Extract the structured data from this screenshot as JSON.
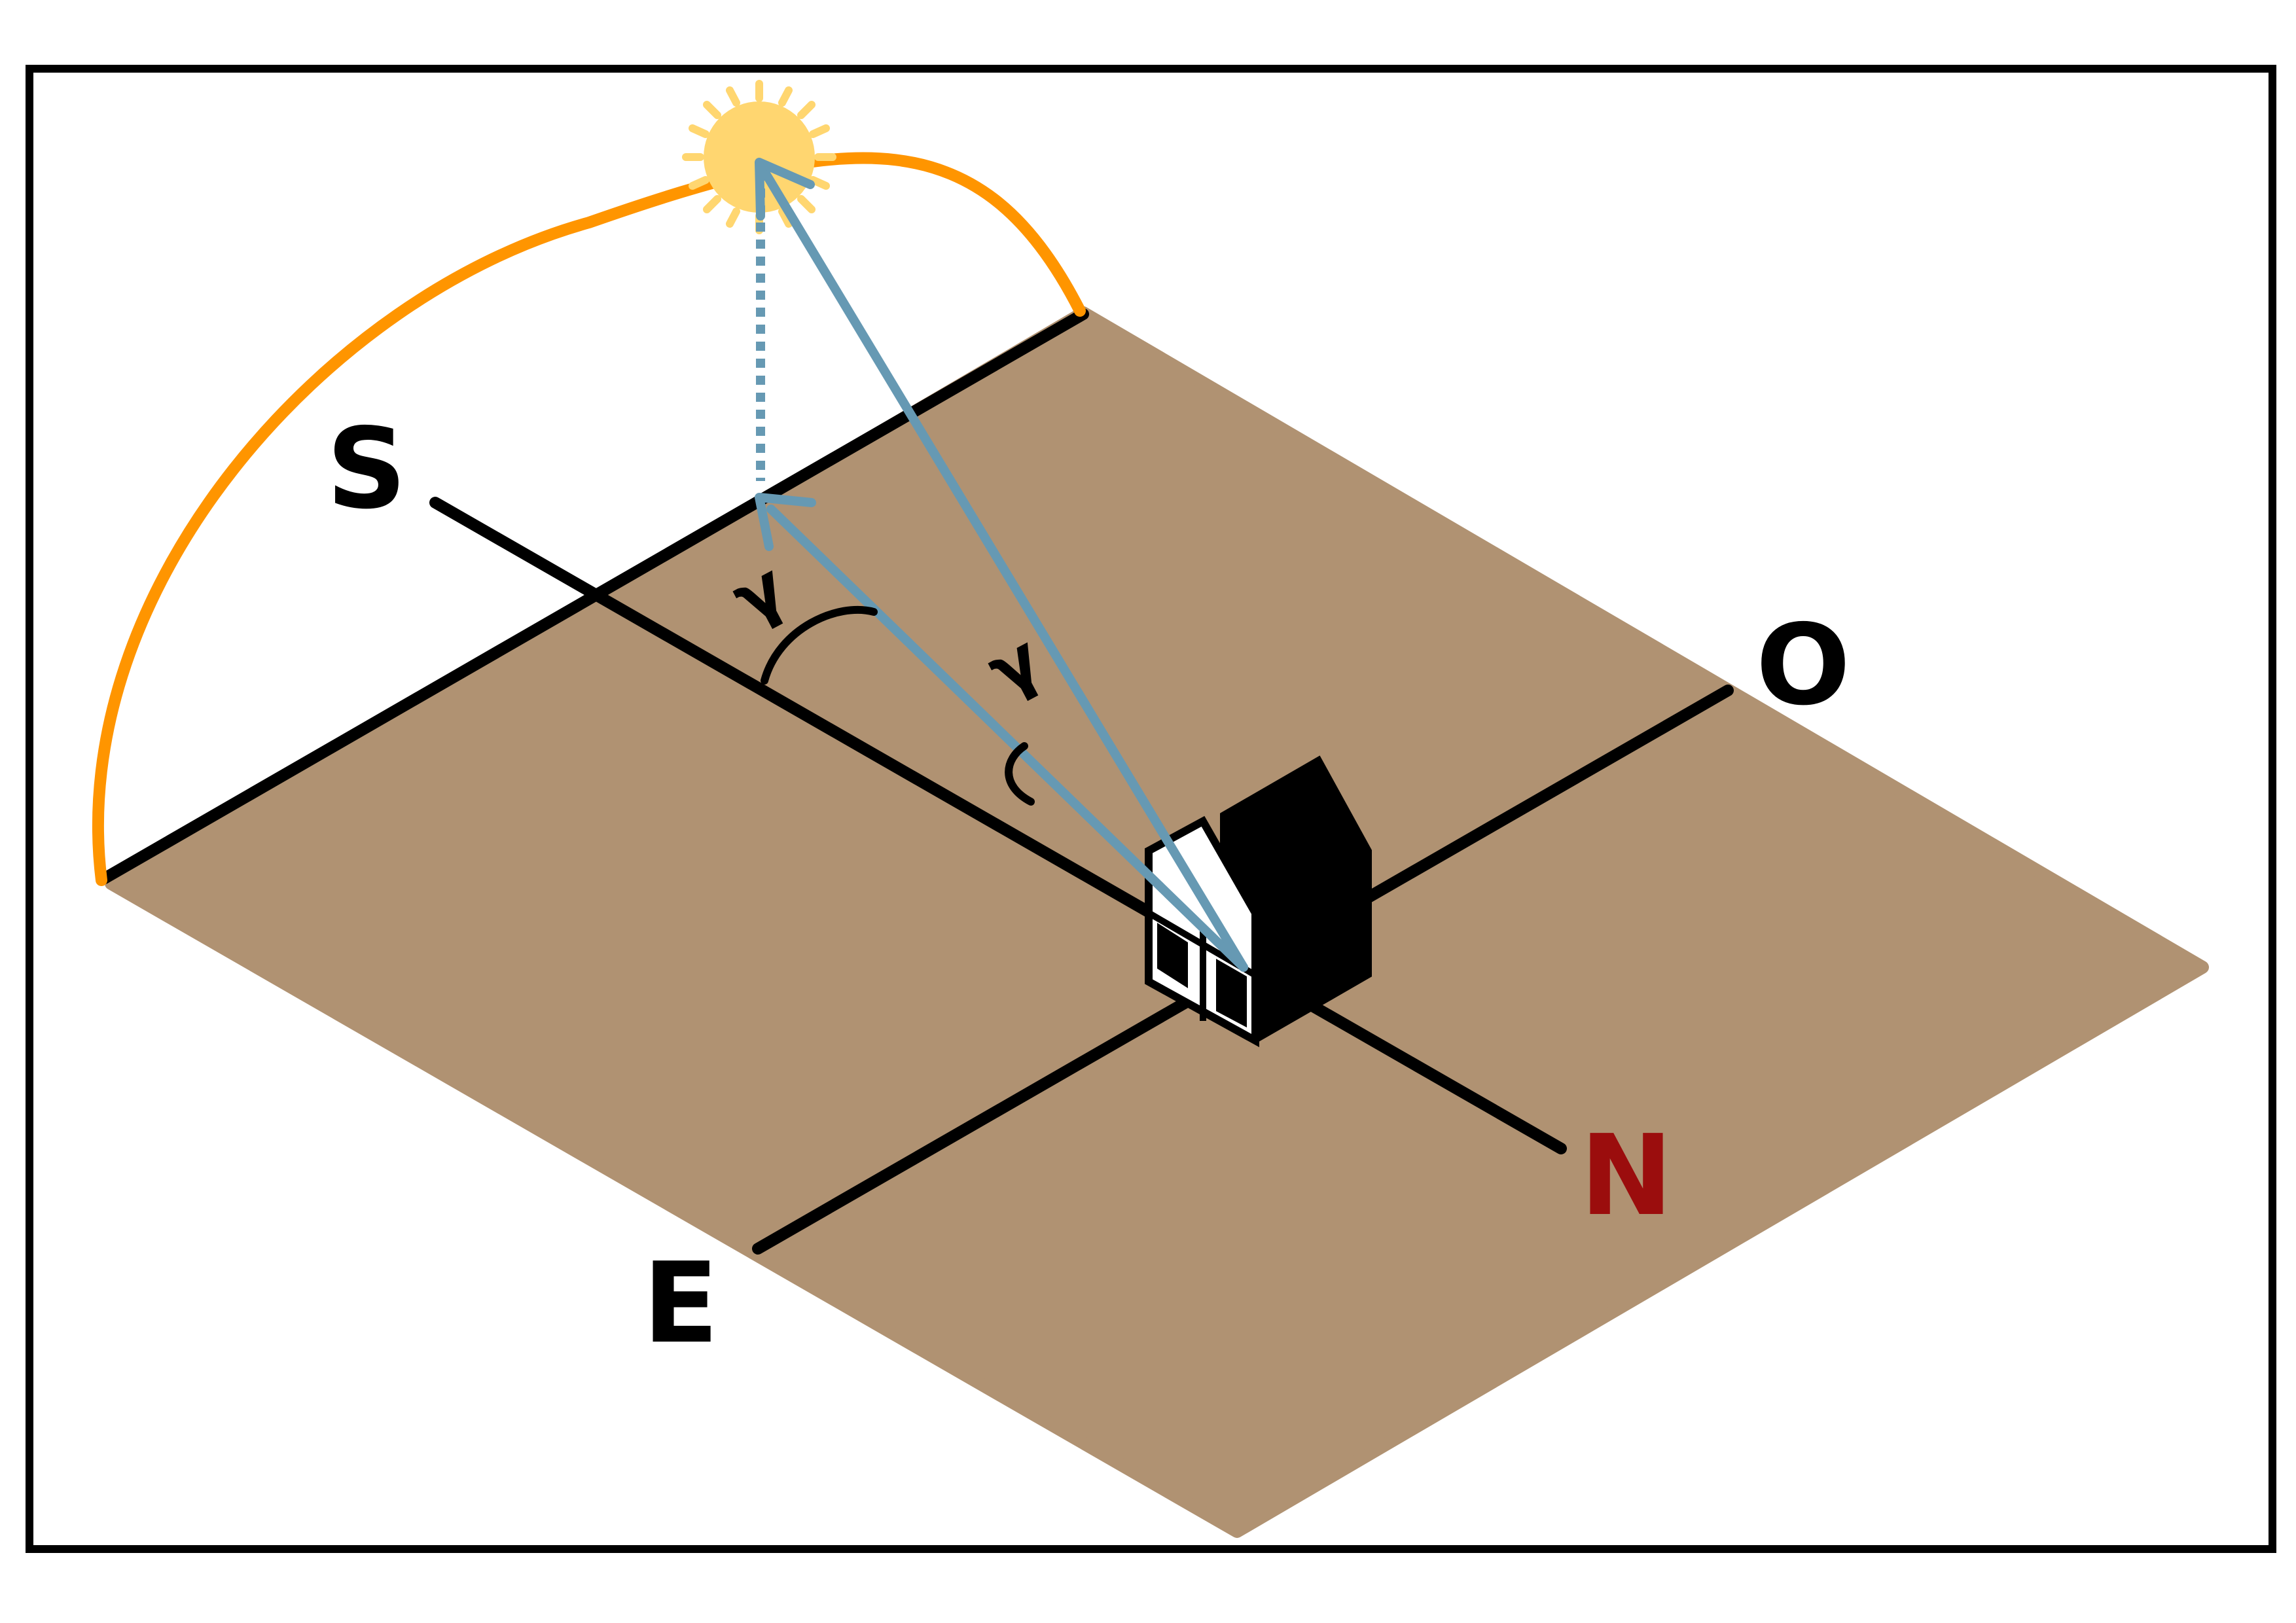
{
  "colors": {
    "ground": "#b09272",
    "sun_path": "#ff9500",
    "sun": "#ffd670",
    "vector": "#6699b3",
    "ink": "#000000",
    "north": "#9b0d0d",
    "frame": "#000000",
    "background": "#ffffff"
  },
  "directions": {
    "south": "S",
    "west": "O",
    "north": "N",
    "east": "E"
  },
  "angles": {
    "azimuth": "γ",
    "altitude": "γ"
  }
}
